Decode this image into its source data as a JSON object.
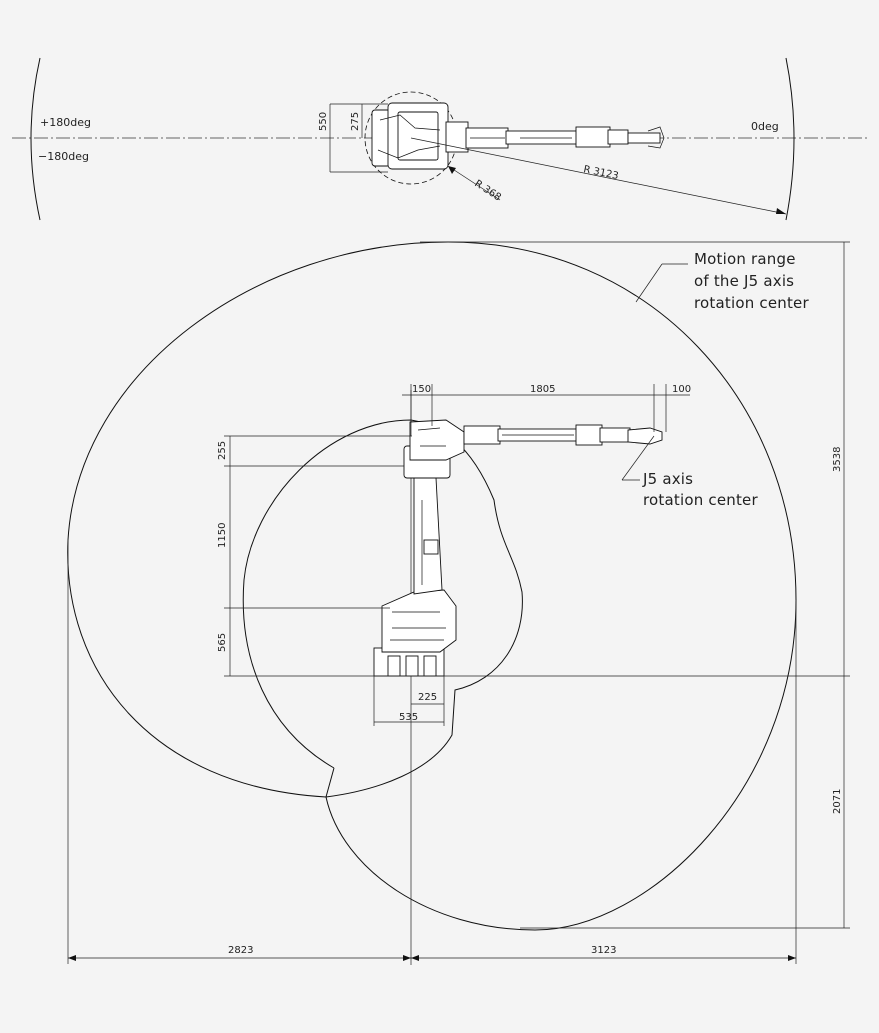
{
  "top_view": {
    "angle_plus": "+180deg",
    "angle_minus": "−180deg",
    "angle_zero": "0deg",
    "dim_550": "550",
    "dim_275": "275",
    "radius_large": "R 3123",
    "radius_small": "R 368"
  },
  "side_view": {
    "dim_150": "150",
    "dim_1805": "1805",
    "dim_100": "100",
    "dim_255": "255",
    "dim_1150": "1150",
    "dim_565": "565",
    "dim_225": "225",
    "dim_535": "535",
    "dim_3538": "3538",
    "dim_2071": "2071",
    "dim_2823": "2823",
    "dim_3123": "3123",
    "callout_motion_range": [
      "Motion range",
      "of the J5 axis",
      "rotation center"
    ],
    "callout_j5_center": [
      "J5 axis",
      "rotation center"
    ]
  },
  "colors": {
    "line": "#111111",
    "background": "#f4f4f4"
  }
}
